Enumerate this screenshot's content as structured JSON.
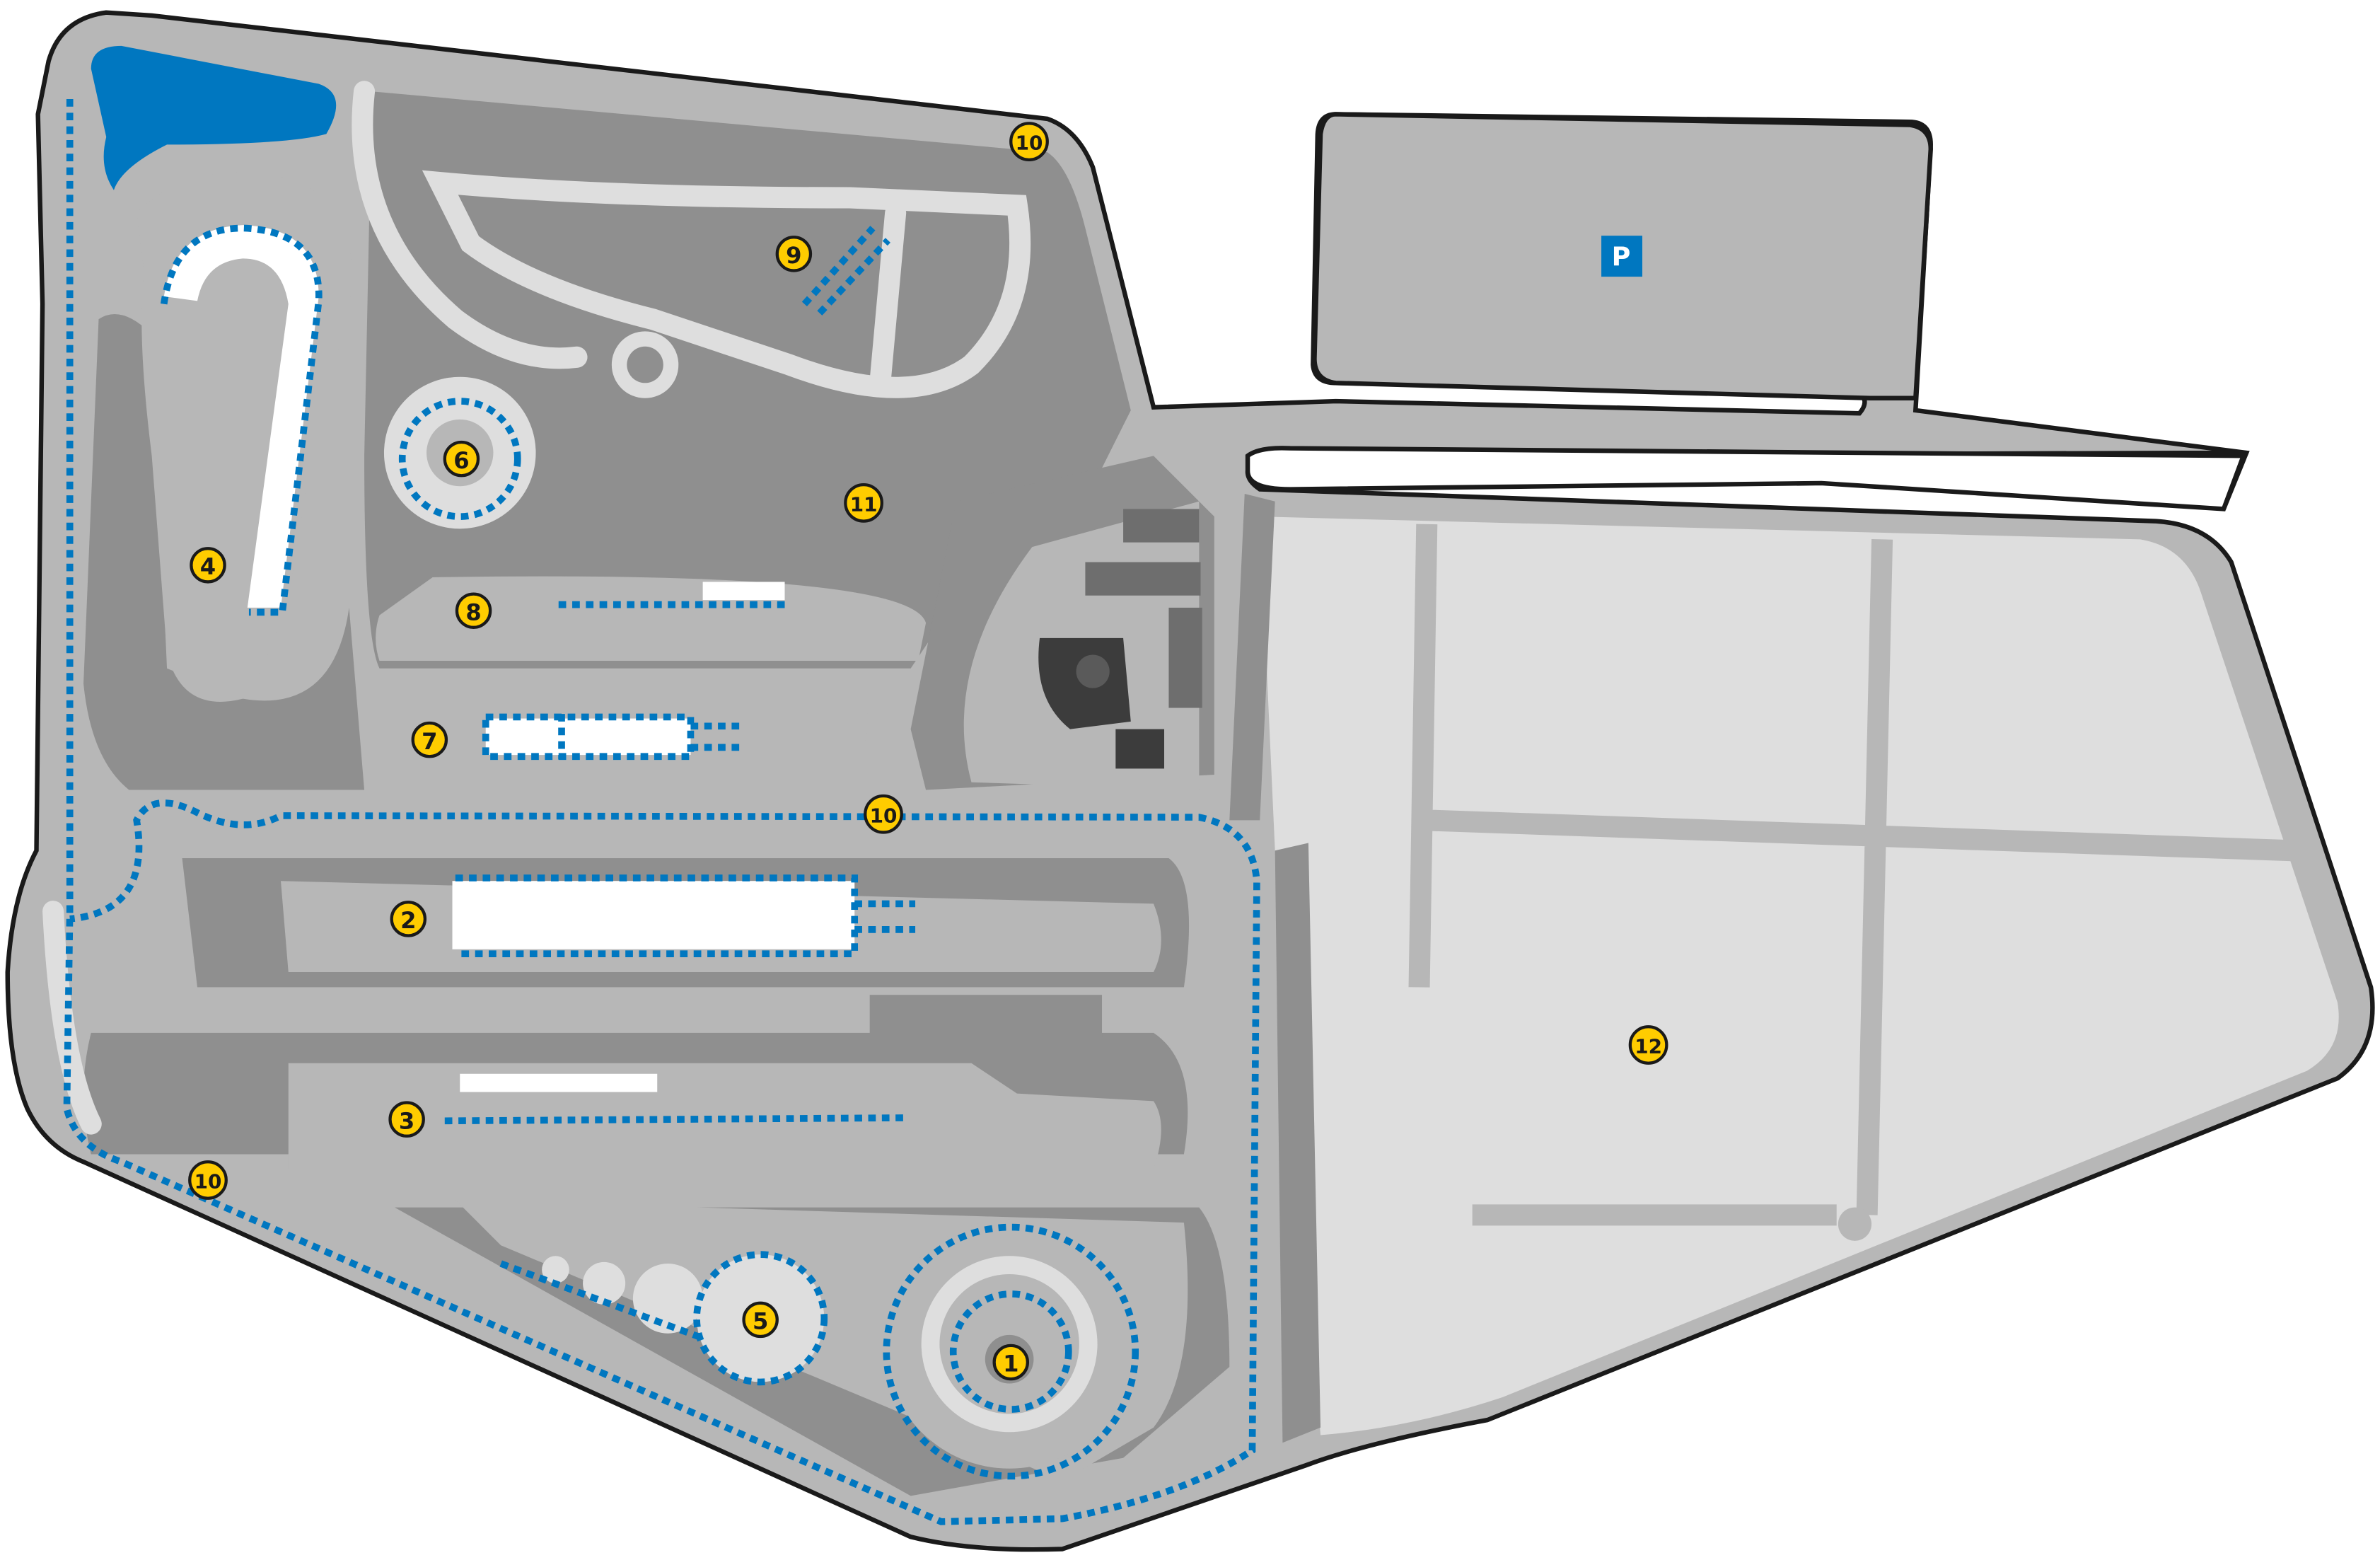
{
  "map": {
    "colors": {
      "outline": "#1a1a1a",
      "area": "#b7b7b7",
      "dark_area": "#8f8f8f",
      "road_light": "#dedede",
      "water": "#0077c0",
      "route": "#0077c0",
      "marker": "#ffcc00",
      "building": "#3c3c3c"
    },
    "parking_label": "P",
    "markers": [
      {
        "label": "1"
      },
      {
        "label": "2"
      },
      {
        "label": "3"
      },
      {
        "label": "4"
      },
      {
        "label": "5"
      },
      {
        "label": "6"
      },
      {
        "label": "7"
      },
      {
        "label": "8"
      },
      {
        "label": "9"
      },
      {
        "label": "10"
      },
      {
        "label": "10"
      },
      {
        "label": "10"
      },
      {
        "label": "11"
      },
      {
        "label": "12"
      }
    ]
  }
}
